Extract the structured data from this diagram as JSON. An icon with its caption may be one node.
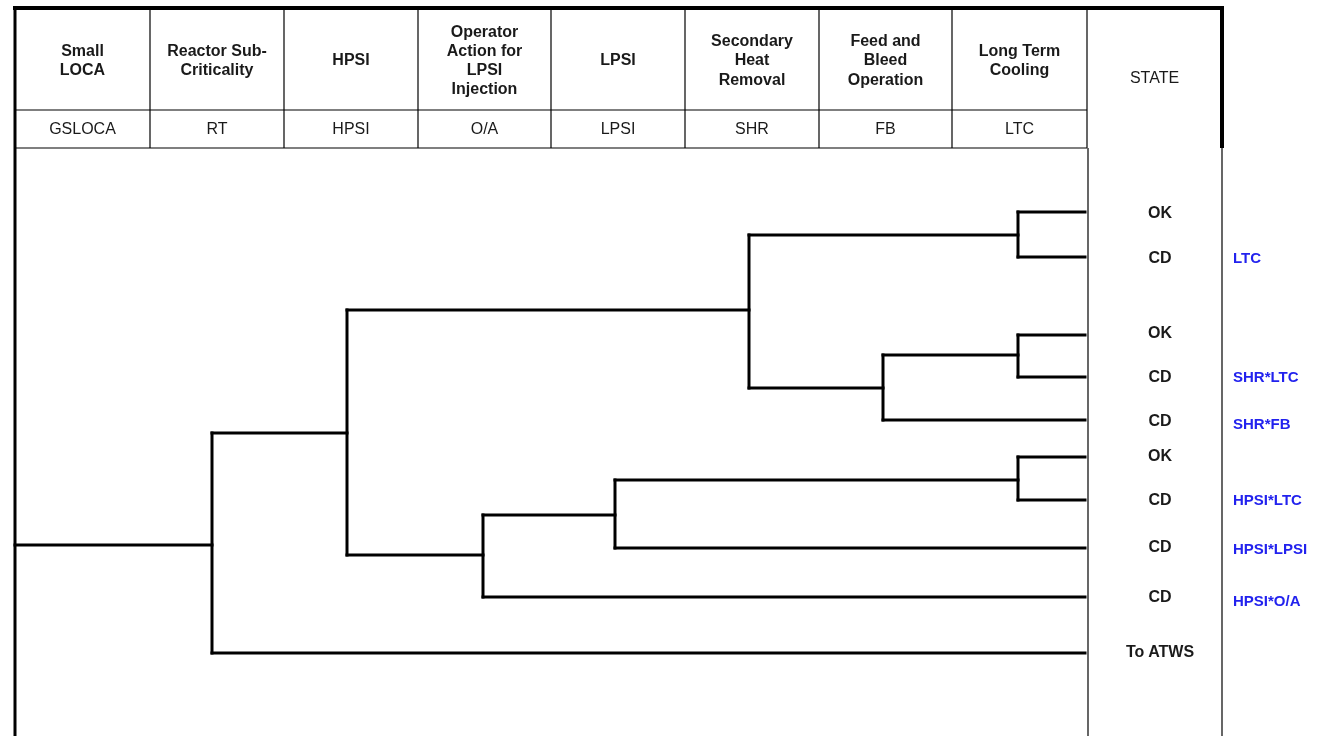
{
  "diagram": {
    "labels": [
      "Small LOCA",
      "Reactor Sub-Criticality",
      "HPSI",
      "Operator Action for LPSI Injection",
      "LPSI",
      "Secondary Heat Removal",
      "Feed and Bleed Operation",
      "Long Term Cooling",
      "STATE",
      "GSLOCA",
      "RT",
      "HPSI",
      "O/A",
      "LPSI",
      "SHR",
      "FB",
      "LTC",
      "OK",
      "CD",
      "LTC",
      "OK",
      "CD",
      "SHR*LTC",
      "CD",
      "SHR*FB",
      "OK",
      "CD",
      "HPSI*LTC",
      "CD",
      "HPSI*LPSI",
      "CD",
      "HPSI*O/A",
      "To ATWS"
    ]
  }
}
